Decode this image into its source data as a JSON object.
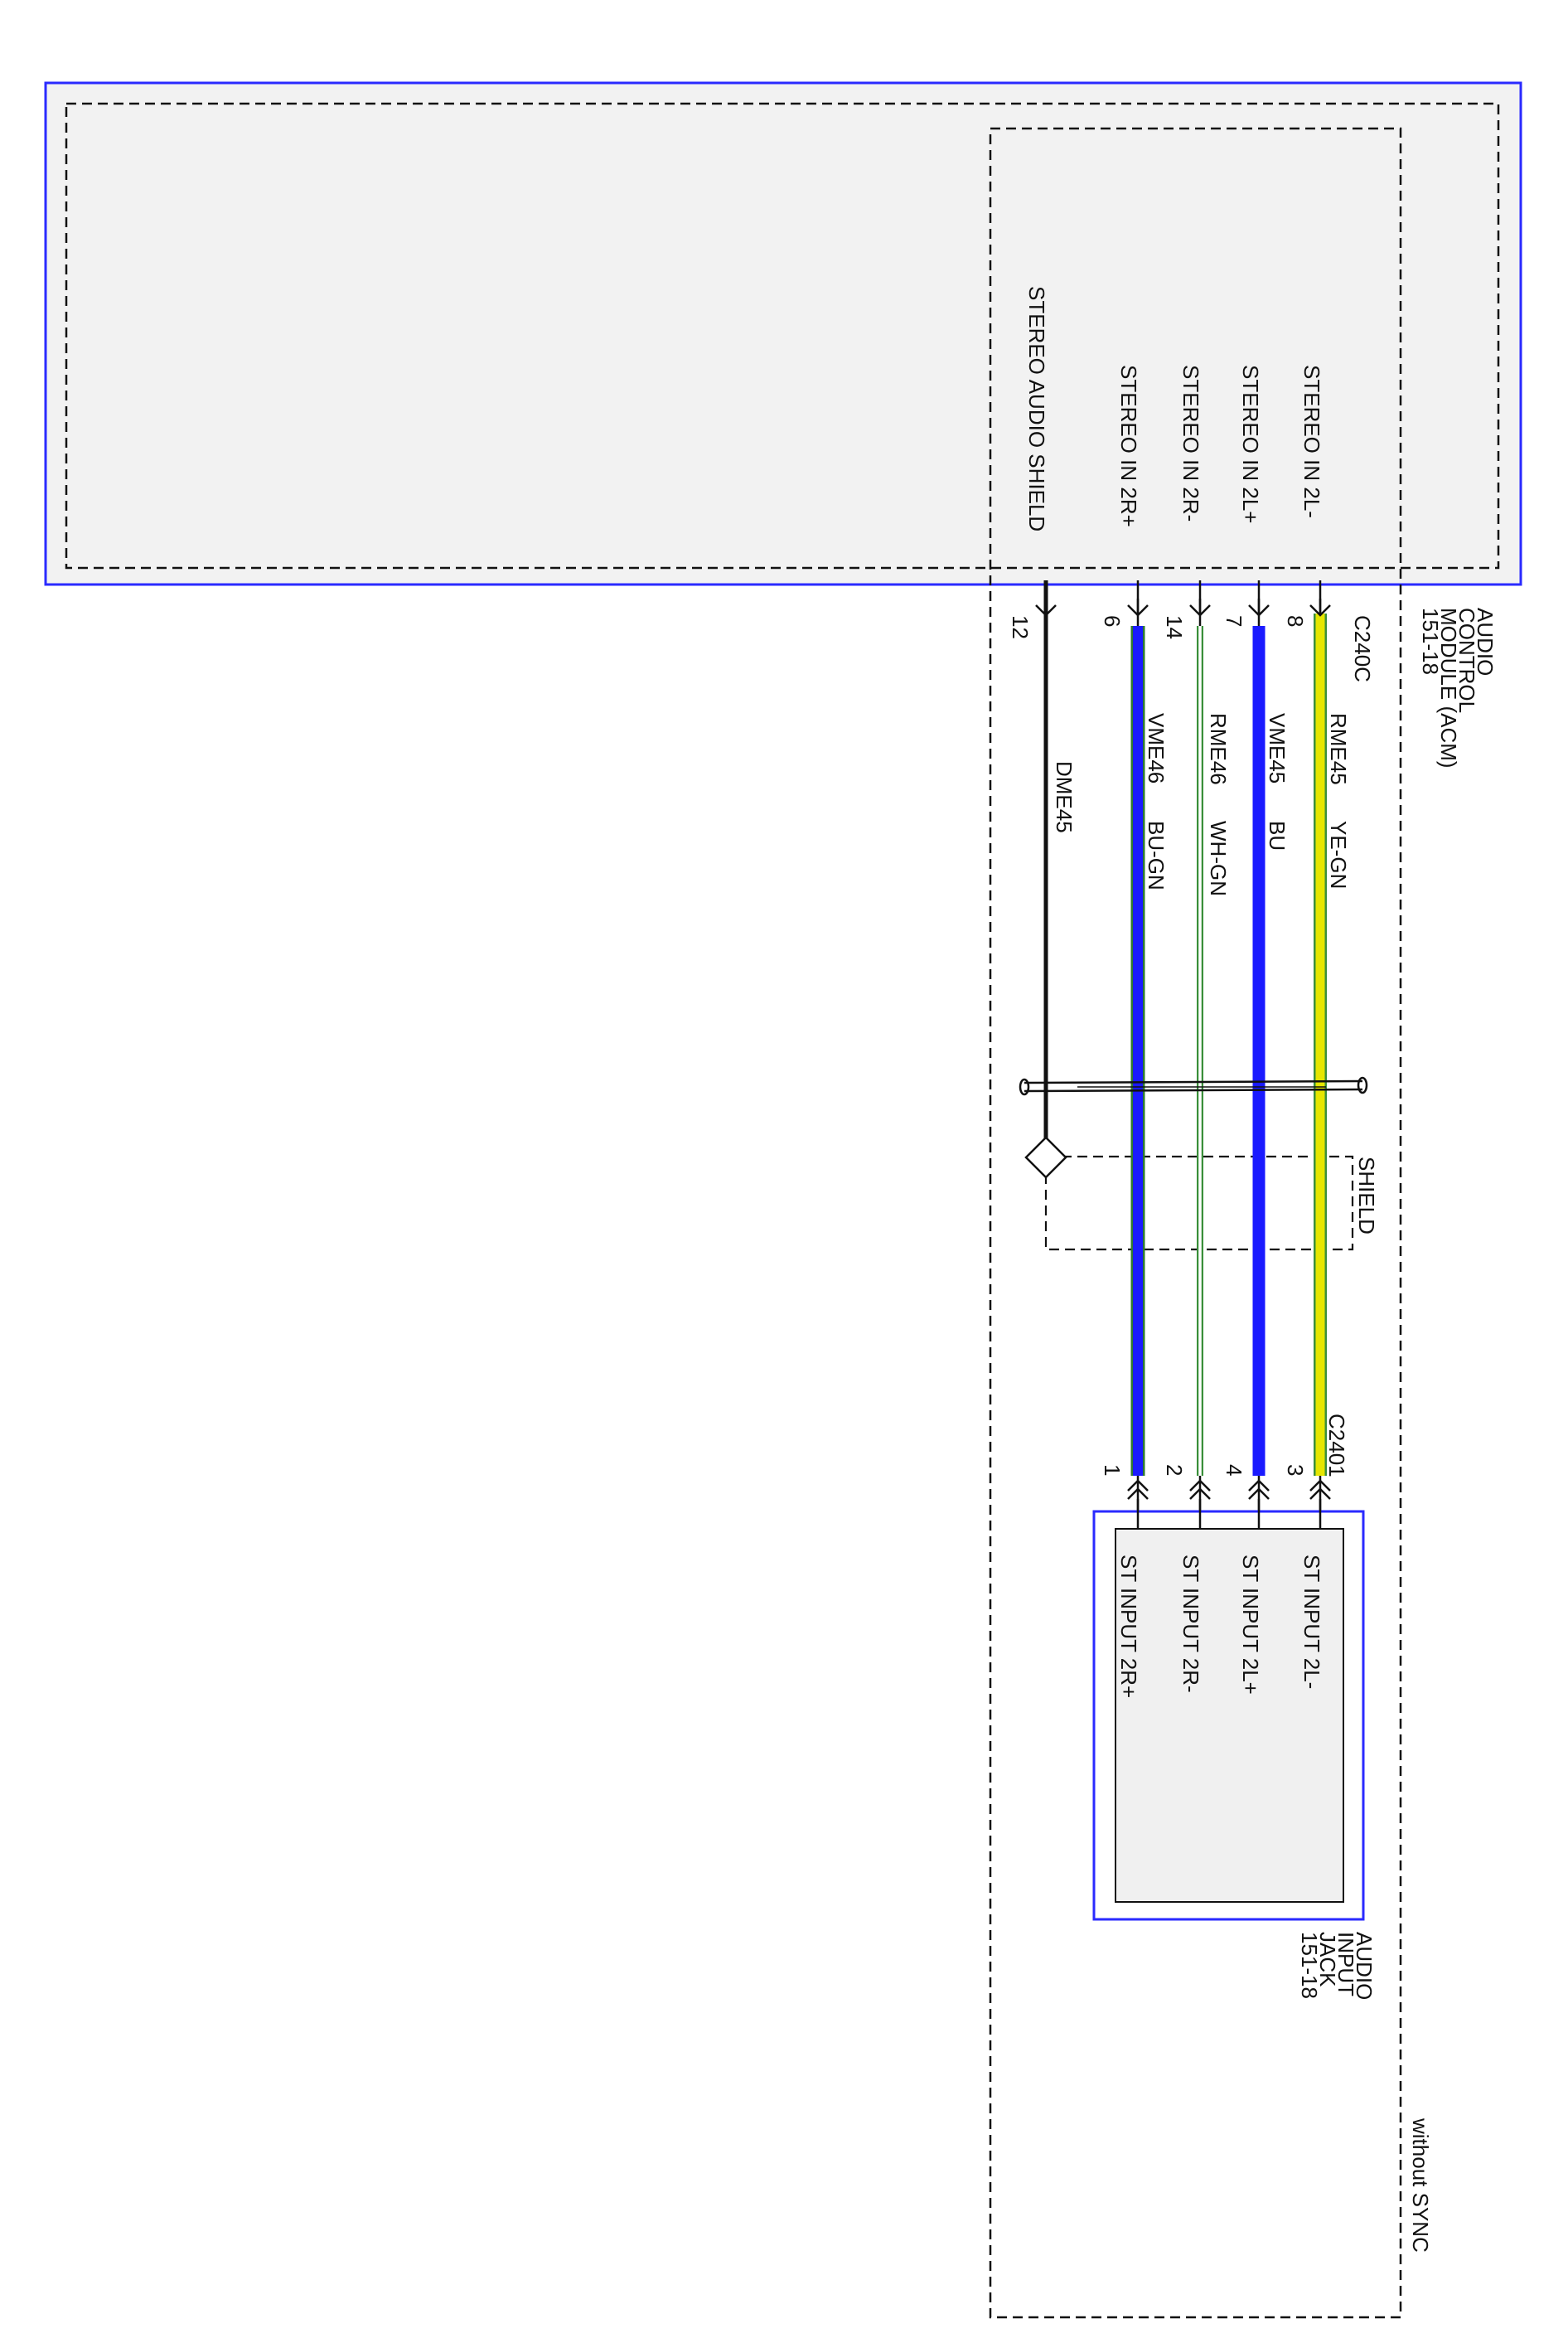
{
  "modules": {
    "acm": {
      "name_lines": [
        "AUDIO",
        "CONTROL",
        "MODULE (ACM)",
        "151-18"
      ],
      "connector": "C240C",
      "pins": [
        {
          "pin": "8",
          "function": "STEREO IN 2L-"
        },
        {
          "pin": "7",
          "function": "STEREO IN 2L+"
        },
        {
          "pin": "14",
          "function": "STEREO IN 2R-"
        },
        {
          "pin": "6",
          "function": "STEREO IN 2R+"
        },
        {
          "pin": "12",
          "function": "STEREO AUDIO SHIELD"
        }
      ]
    },
    "jack": {
      "name_lines": [
        "AUDIO",
        "INPUT",
        "JACK",
        "151-18"
      ],
      "connector": "C2401",
      "pins": [
        {
          "pin": "3",
          "function": "ST INPUT 2L-"
        },
        {
          "pin": "4",
          "function": "ST INPUT 2L+"
        },
        {
          "pin": "2",
          "function": "ST INPUT 2R-"
        },
        {
          "pin": "1",
          "function": "ST INPUT 2R+"
        }
      ]
    }
  },
  "wires": [
    {
      "circuit": "RME45",
      "color_code": "YE-GN",
      "stroke": "#e6e600",
      "edge": "#3a8f3a"
    },
    {
      "circuit": "VME45",
      "color_code": "BU",
      "stroke": "#1a1aff",
      "edge": "#0000aa"
    },
    {
      "circuit": "RME46",
      "color_code": "WH-GN",
      "stroke": "#ffffff",
      "edge": "#3a8f3a"
    },
    {
      "circuit": "VME46",
      "color_code": "BU-GN",
      "stroke": "#1a1aff",
      "edge": "#2f7a2f"
    },
    {
      "circuit": "DME45",
      "color_code": "",
      "stroke": "#111111",
      "edge": "#111111"
    }
  ],
  "shield_label": "SHIELD",
  "option_label": "without SYNC",
  "colors": {
    "module_border": "#2a2aff",
    "module_fill": "#f2f2f2",
    "dashed": "#111111"
  }
}
